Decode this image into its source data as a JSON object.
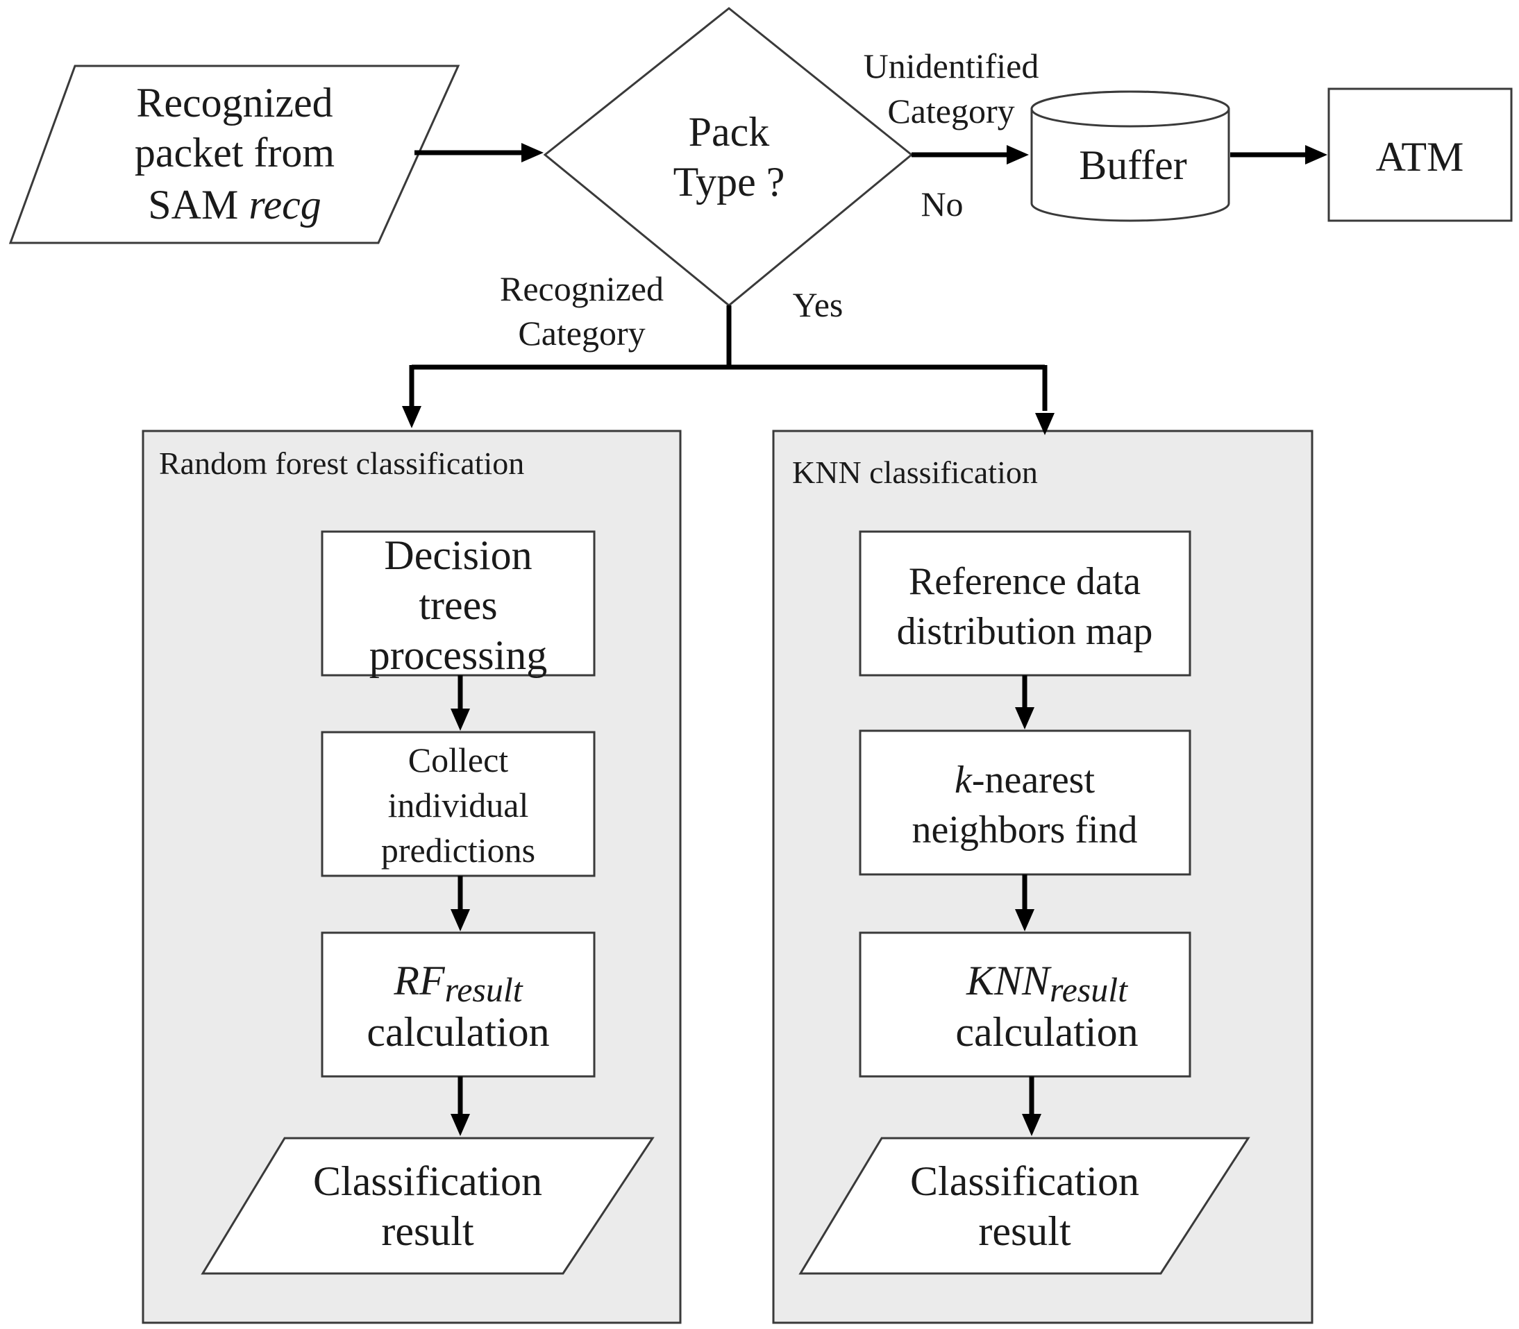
{
  "diagram": {
    "input_packet": {
      "line1": "Recognized",
      "line2": "packet from",
      "line3_prefix": "SAM",
      "line3_var": "recg"
    },
    "decision": {
      "line1": "Pack",
      "line2": "Type ?"
    },
    "edge_labels": {
      "unidentified_line1": "Unidentified",
      "unidentified_line2": "Category",
      "no": "No",
      "recognized_line1": "Recognized",
      "recognized_line2": "Category",
      "yes": "Yes"
    },
    "buffer": "Buffer",
    "atm": "ATM",
    "rf_panel": {
      "title": "Random forest classification",
      "step1": [
        "Decision",
        "trees",
        "processing"
      ],
      "step2": [
        "Collect",
        "individual",
        "predictions"
      ],
      "step3_var": "RF",
      "step3_sub": "result",
      "step3_line2": "calculation",
      "output": [
        "Classification",
        "result"
      ]
    },
    "knn_panel": {
      "title": "KNN classification",
      "step1": [
        "Reference data",
        "distribution map"
      ],
      "step2_var": "k",
      "step2_rest": "-nearest",
      "step2_line2": "neighbors find",
      "step3_var": "KNN",
      "step3_sub": "result",
      "step3_line2": "calculation",
      "output": [
        "Classification",
        "result"
      ]
    }
  }
}
